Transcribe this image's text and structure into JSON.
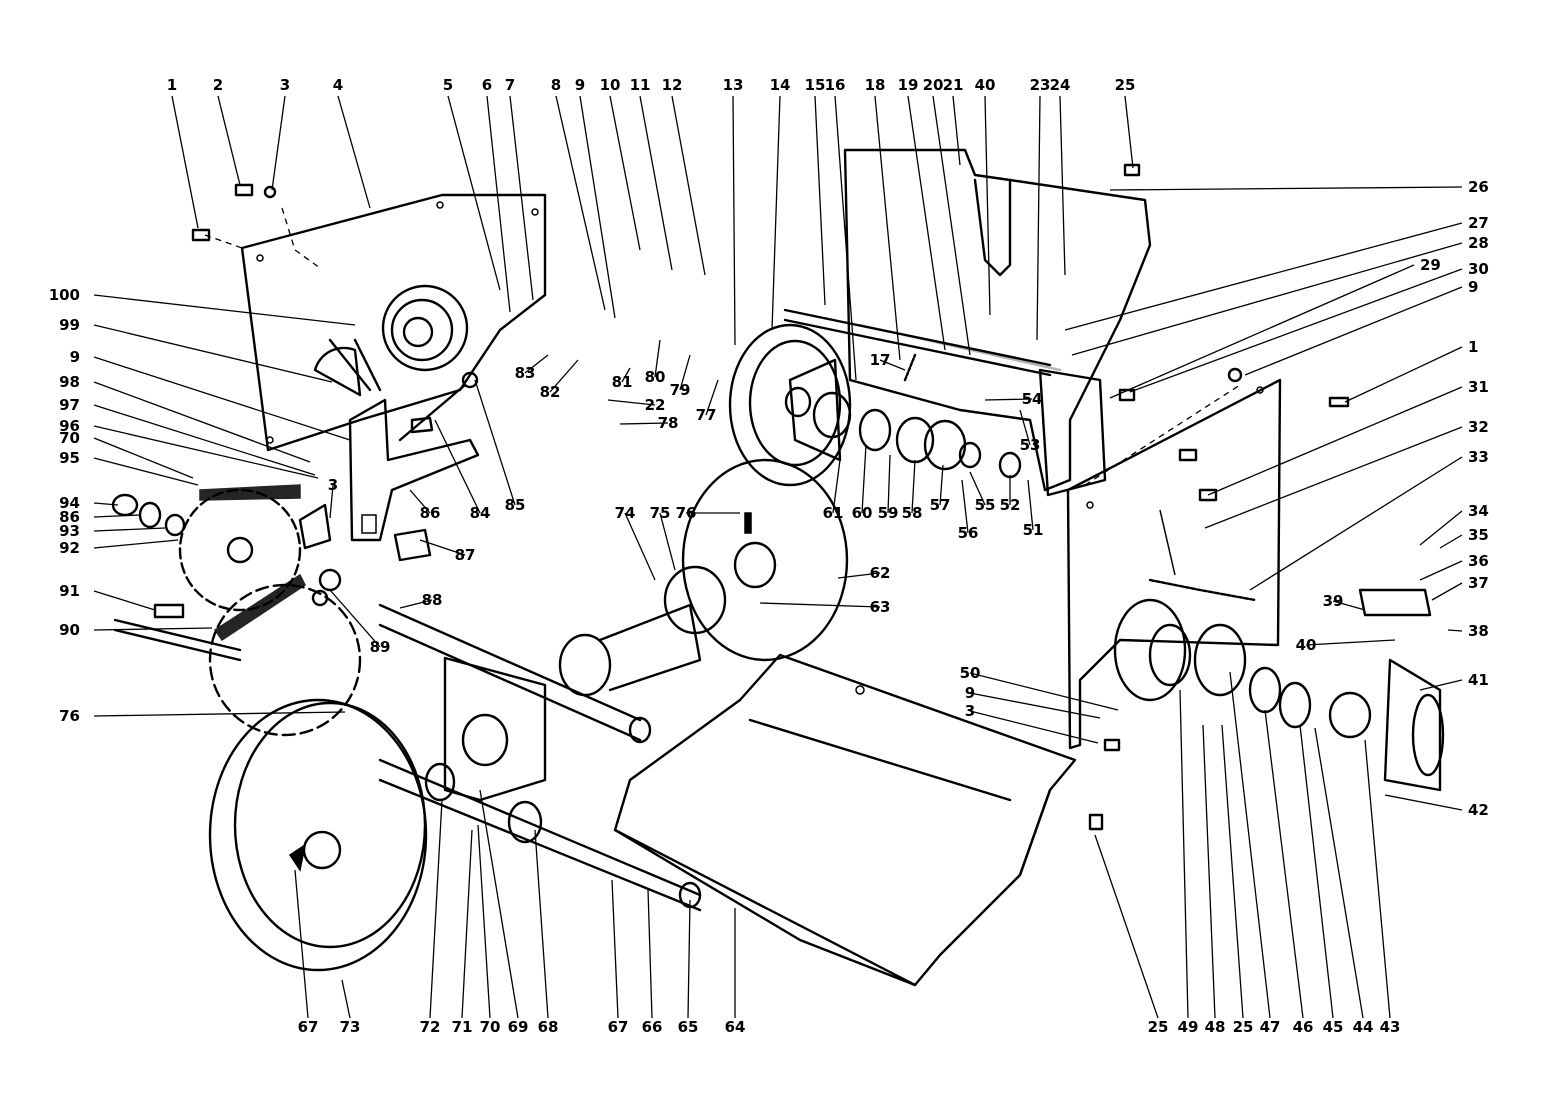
{
  "callouts": [
    "1",
    "2",
    "3",
    "4",
    "5",
    "6",
    "7",
    "8",
    "9",
    "10",
    "11",
    "12",
    "13",
    "14",
    "15",
    "16",
    "18",
    "19",
    "20",
    "21",
    "40",
    "23",
    "24",
    "25",
    "26",
    "27",
    "28",
    "29",
    "30",
    "9",
    "1",
    "31",
    "32",
    "33",
    "34",
    "35",
    "36",
    "37",
    "38",
    "39",
    "40",
    "41",
    "42",
    "100",
    "99",
    "9",
    "98",
    "97",
    "96",
    "70",
    "95",
    "94",
    "86",
    "93",
    "92",
    "91",
    "90",
    "76",
    "83",
    "82",
    "81",
    "80",
    "79",
    "22",
    "77",
    "78",
    "17",
    "54",
    "53",
    "85",
    "84",
    "86",
    "87",
    "3",
    "61",
    "60",
    "59",
    "58",
    "57",
    "56",
    "55",
    "52",
    "51",
    "74",
    "75",
    "76",
    "62",
    "63",
    "88",
    "89",
    "50",
    "9",
    "3",
    "67",
    "73",
    "72",
    "71",
    "70",
    "69",
    "68",
    "67",
    "66",
    "65",
    "64",
    "25",
    "49",
    "48",
    "25",
    "47",
    "46",
    "45",
    "44",
    "43"
  ]
}
